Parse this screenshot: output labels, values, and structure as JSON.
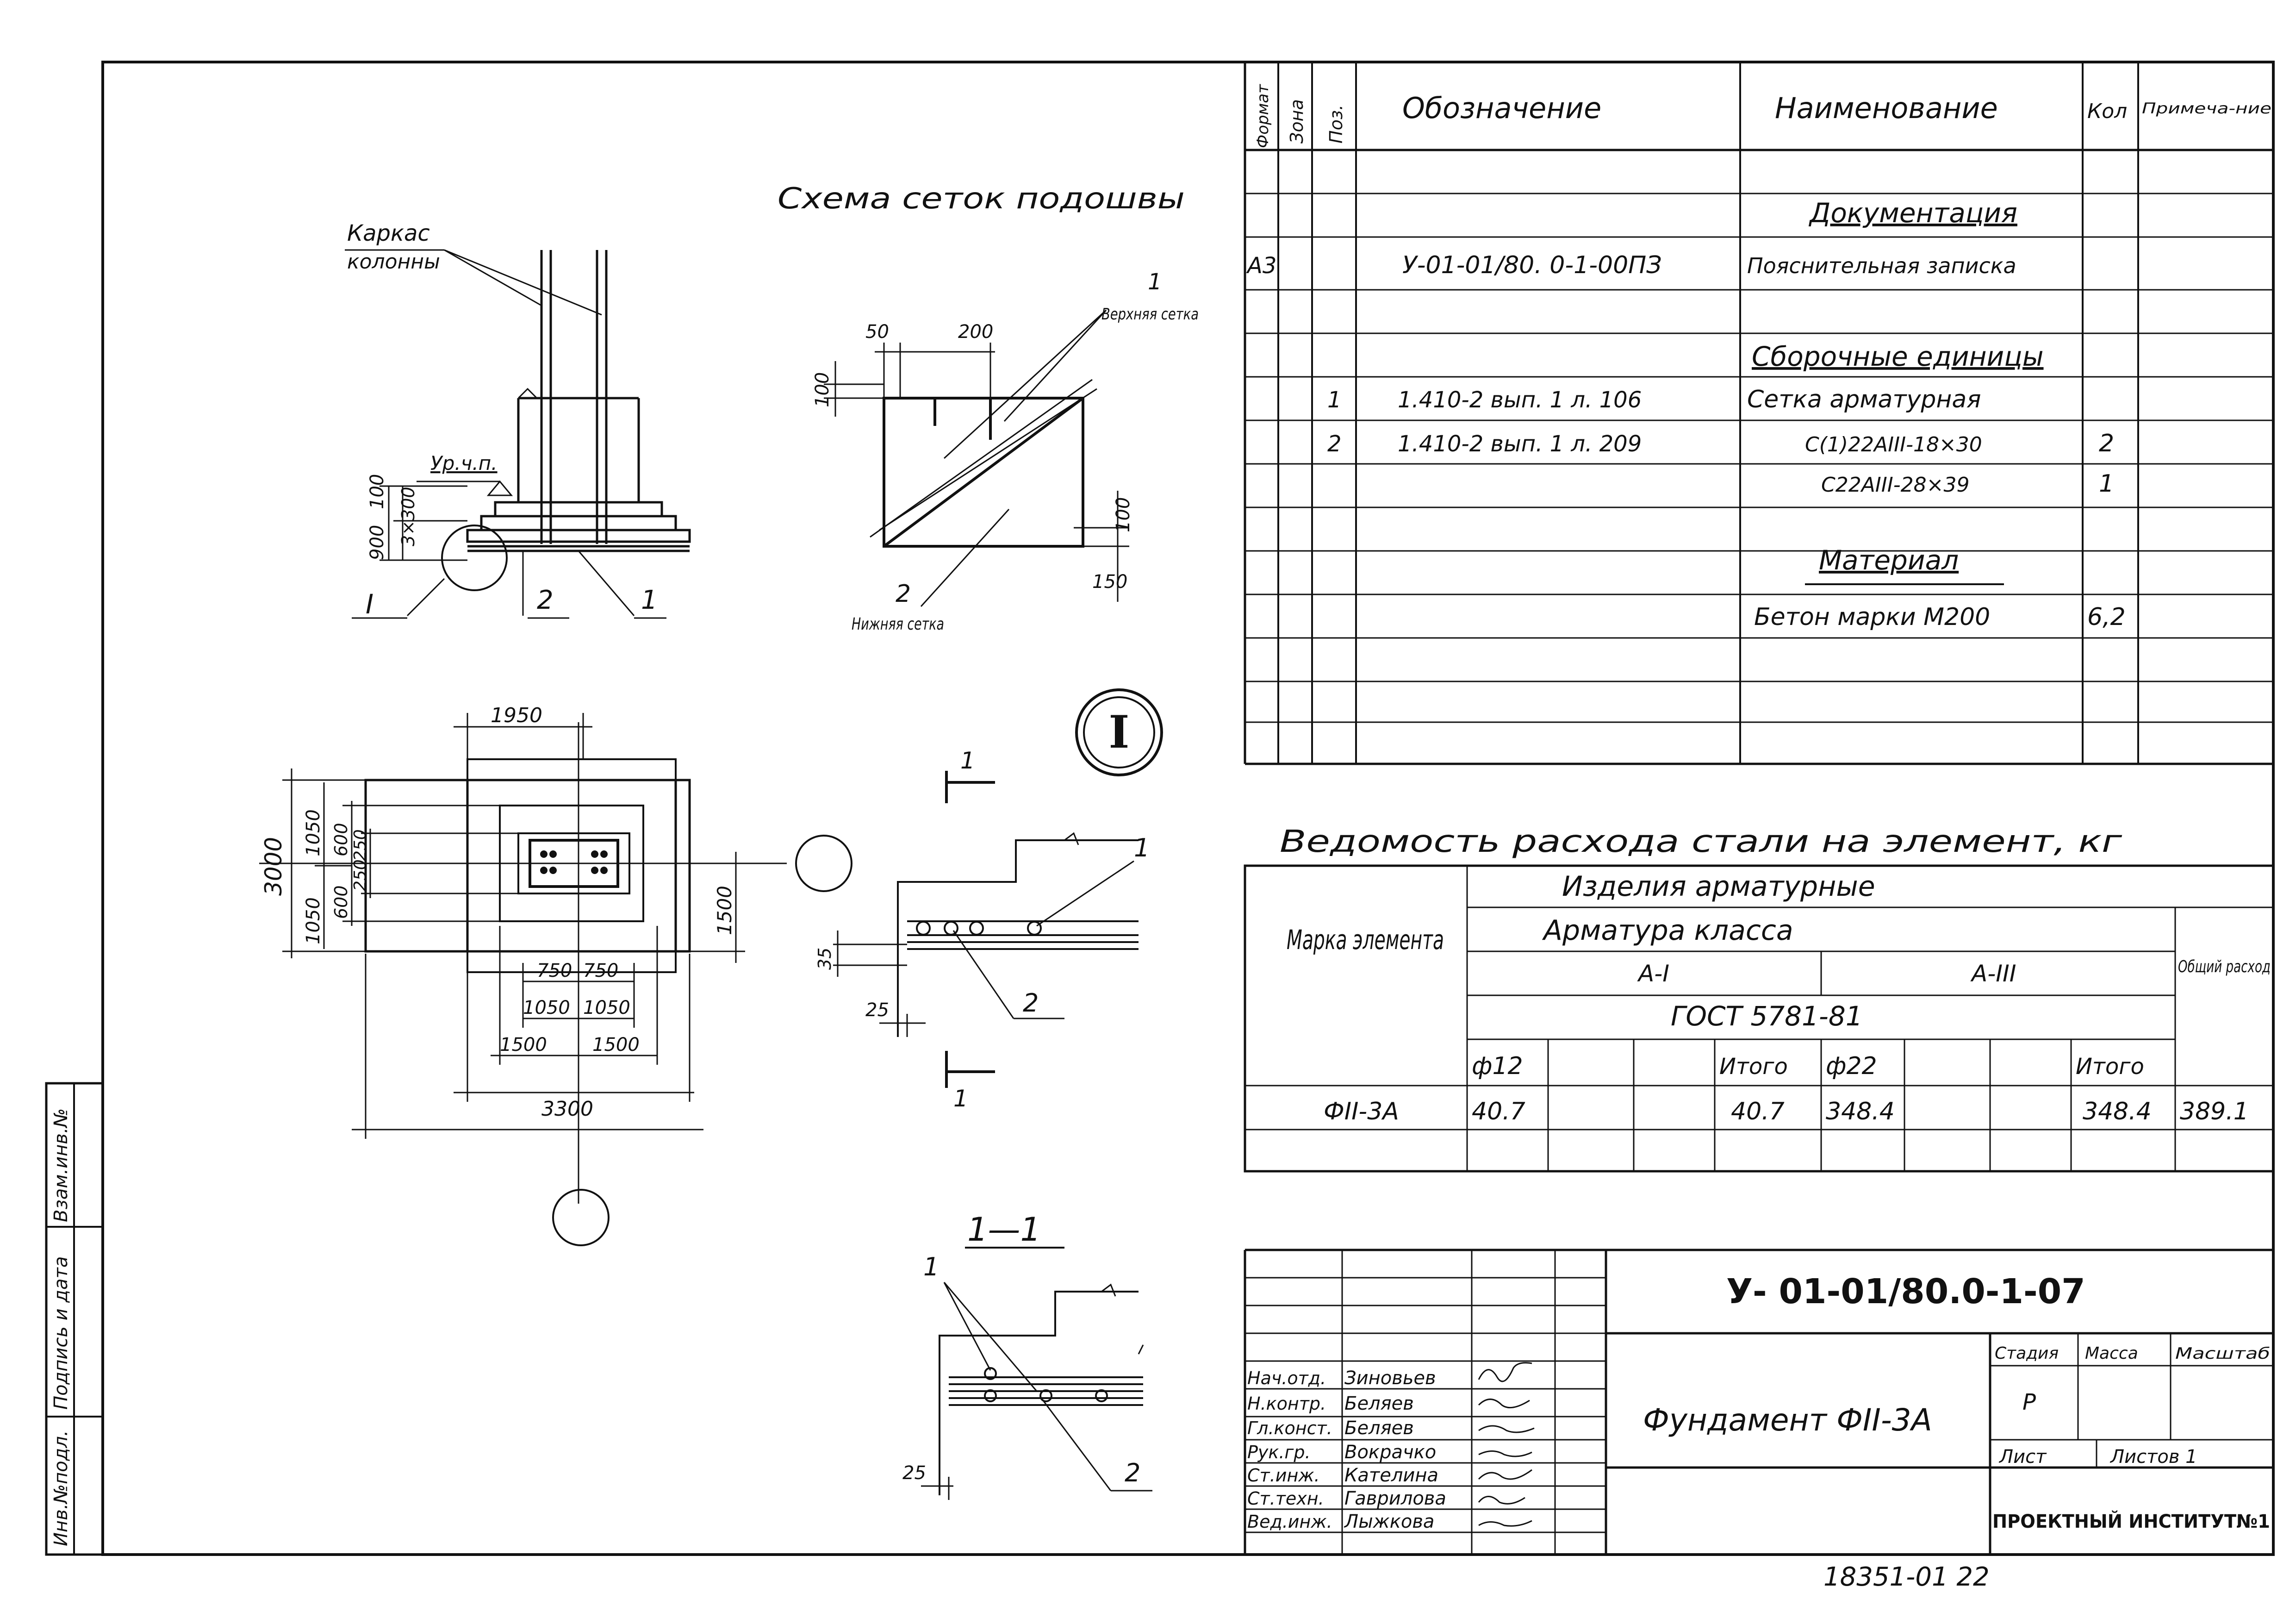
{
  "spec_table": {
    "headers": {
      "format": "Формат",
      "zone": "Зона",
      "pos": "Поз.",
      "designation": "Обозначение",
      "name": "Наименование",
      "qty": "Кол",
      "note": "Примеча-ние"
    },
    "sections": {
      "documentation": "Документация",
      "assembly": "Сборочные единицы",
      "material": "Материал"
    },
    "rows": {
      "doc": {
        "format": "А3",
        "designation": "У-01-01/80. 0-1-00ПЗ",
        "name": "Пояснительная записка"
      },
      "r1": {
        "pos": "1",
        "designation": "1.410-2 вып. 1 л. 106",
        "name": "Сетка арматурная"
      },
      "r2": {
        "pos": "2",
        "designation": "1.410-2 вып. 1 л. 209",
        "name": "С(1)22АIII-18×30",
        "qty": "2"
      },
      "r3": {
        "name": "С22АIII-28×39",
        "qty": "1"
      },
      "mat": {
        "name": "Бетон марки М200",
        "qty": "6,2"
      }
    }
  },
  "steel_table": {
    "title": "Ведомость расхода стали на элемент, кг",
    "mark_header": "Марка элемента",
    "items": "Изделия арматурные",
    "reinf_class": "Арматура класса",
    "class_a1": "А-I",
    "class_a3": "А-III",
    "gost": "ГОСТ 5781-81",
    "total_header": "Общий расход",
    "col_d12": "ф12",
    "col_total1": "Итого",
    "col_d22": "ф22",
    "col_total2": "Итого",
    "row": {
      "mark": "ФII-3А",
      "d12": "40.7",
      "total1": "40.7",
      "d22": "348.4",
      "total2": "348.4",
      "overall": "389.1"
    }
  },
  "title_block": {
    "doc_code": "У- 01-01/80.0-1-07",
    "title": "Фундамент ФII-3А",
    "stage_label": "Стадия",
    "mass_label": "Масса",
    "scale_label": "Масштаб",
    "stage": "Р",
    "sheet_label": "Лист",
    "sheets_label": "Листов 1",
    "org": "ПРОЕКТНЫЙ ИНСТИТУТ№1",
    "roles": [
      {
        "role": "Нач.отд.",
        "name": "Зиновьев"
      },
      {
        "role": "Н.контр.",
        "name": "Беляев"
      },
      {
        "role": "Гл.конст.",
        "name": "Беляев"
      },
      {
        "role": "Рук.гр.",
        "name": "Вокрачко"
      },
      {
        "role": "Ст.инж.",
        "name": "Кателина"
      },
      {
        "role": "Ст.техн.",
        "name": "Гаврилова"
      },
      {
        "role": "Вед.инж.",
        "name": "Лыжкова"
      }
    ]
  },
  "side_stamp": [
    "Инв.№подл.",
    "Подпись и дата",
    "Взам.инв.№"
  ],
  "bottom_number": "18351-01 22",
  "drawings": {
    "scheme_title": "Схема сеток подошвы",
    "frame_label_1": "Каркас",
    "frame_label_2": "колонны",
    "level_label": "Ур.ч.п.",
    "dims_elev": [
      "900",
      "100",
      "3×300"
    ],
    "elev_marks": [
      "I",
      "2",
      "1"
    ],
    "mesh_upper": "Верхняя сетка",
    "mesh_lower": "Нижняя сетка",
    "mesh_pos_1": "1",
    "mesh_pos_2": "2",
    "mesh_dims": [
      "50",
      "200",
      "100",
      "100",
      "150"
    ],
    "plan_dims": {
      "top": "1950",
      "left": [
        "3000",
        "1050",
        "1050",
        "600",
        "600",
        "250",
        "250"
      ],
      "right": "1500",
      "bottom": [
        "750",
        "750",
        "1050",
        "1050",
        "1500",
        "1500",
        "3300"
      ]
    },
    "detail_mark": "I",
    "section_mark_top": "1",
    "section_mark_bottom": "1",
    "section_title": "1—1",
    "sec_dims": [
      "35",
      "25",
      "25"
    ],
    "sec_labels": [
      "1",
      "2",
      "1",
      "2"
    ]
  }
}
